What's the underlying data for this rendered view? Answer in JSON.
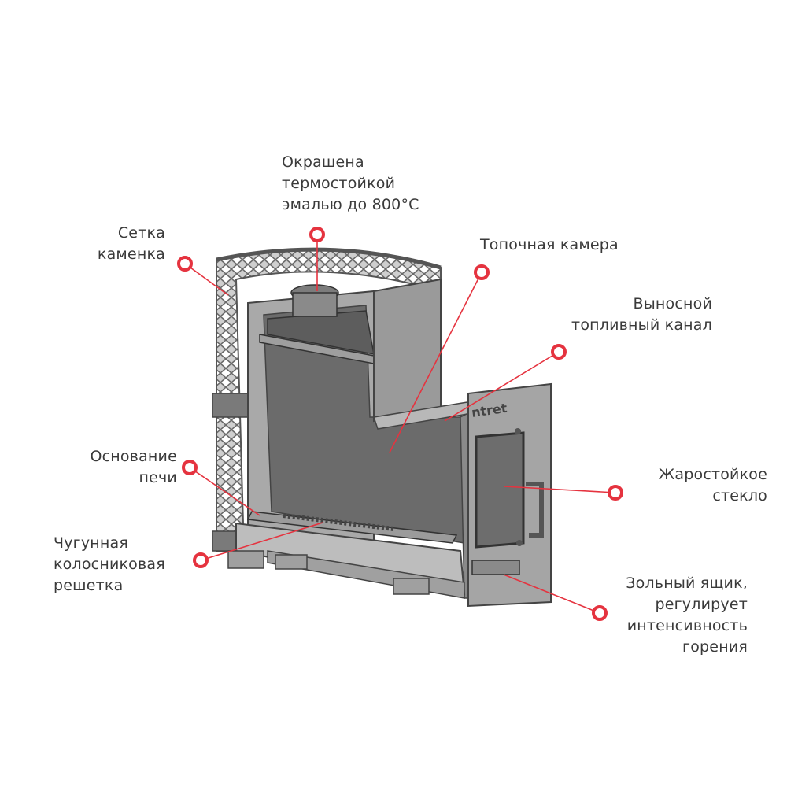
{
  "labels": {
    "paint": "Окрашена\nтермостойкой\nэмалью до 800°C",
    "mesh": "Сетка\nкаменка",
    "firebox": "Топочная камера",
    "channel": "Выносной\nтопливный канал",
    "base": "Основание\nпечи",
    "glass": "Жаростойкое\nстекло",
    "grate": "Чугунная\nколосниковая\nрешетка",
    "ashbox": "Зольный ящик,\nрегулирует\nинтенсивность\nгорения"
  },
  "brand_mark": "ntret",
  "colors": {
    "accent": "#e5333f",
    "text": "#3a3a3a",
    "metal_dark": "#6b6b6b",
    "metal_mid": "#8f8f8f",
    "metal_light": "#b3b3b3"
  }
}
